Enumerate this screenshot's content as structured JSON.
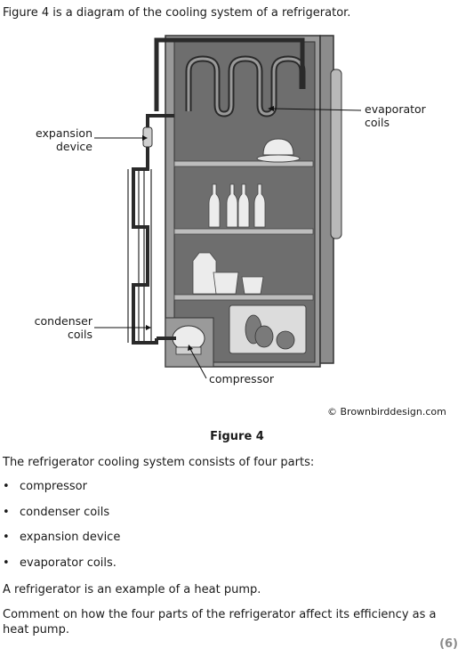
{
  "intro": "Figure 4 is a diagram of the cooling system of a refrigerator.",
  "labels": {
    "expansion_line1": "expansion",
    "expansion_line2": "device",
    "evaporator_line1": "evaporator",
    "evaporator_line2": "coils",
    "condenser_line1": "condenser",
    "condenser_line2": "coils",
    "compressor": "compressor"
  },
  "copyright": "© Brownbirddesign.com",
  "caption": "Figure 4",
  "parts_intro": "The refrigerator cooling system consists of four parts:",
  "parts": [
    "compressor",
    "condenser coils",
    "expansion device",
    "evaporator coils."
  ],
  "bullet_glyph": "•",
  "statement": "A refrigerator is an example of a heat pump.",
  "question": "Comment on how the four parts of the refrigerator affect its efficiency as a heat pump.",
  "marks": "(6)"
}
